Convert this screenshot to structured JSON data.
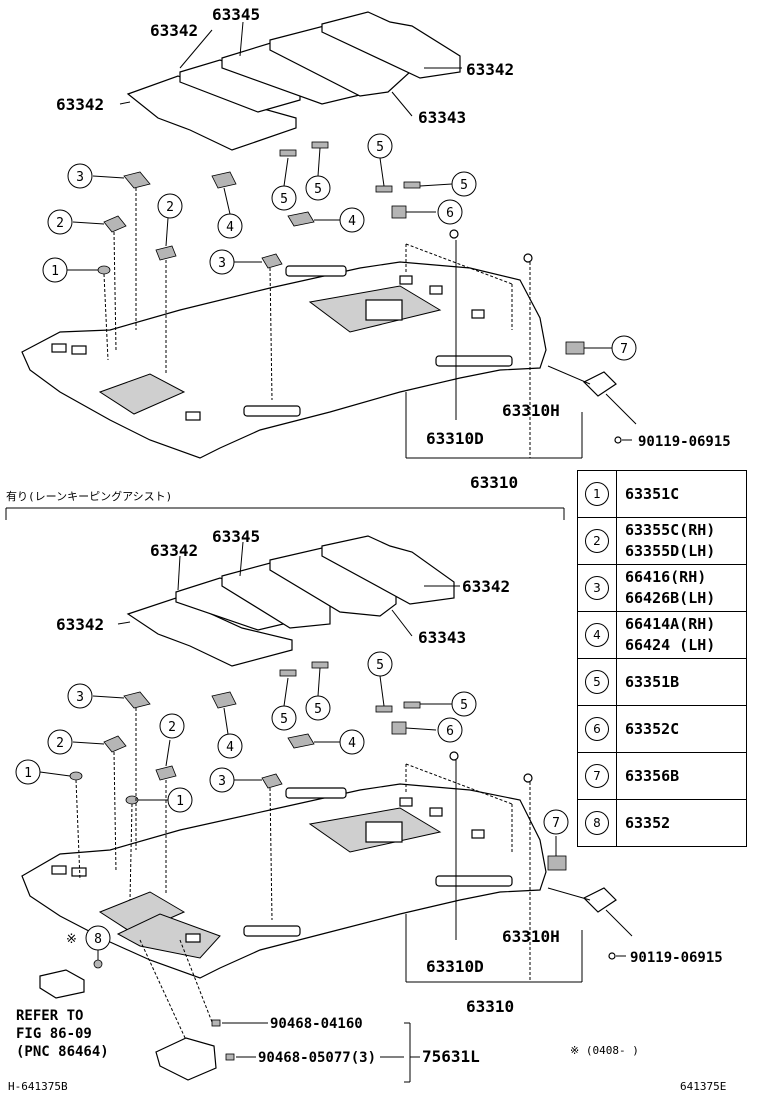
{
  "top": {
    "labels": {
      "p63345": "63345",
      "p63342_a": "63342",
      "p63342_b": "63342",
      "p63342_c": "63342",
      "p63343": "63343",
      "p63310h": "63310H",
      "p63310d": "63310D",
      "p63310": "63310",
      "p90119": "90119-06915"
    }
  },
  "section_note": "有り(レーンキーピングアシスト)",
  "bottom": {
    "labels": {
      "p63345": "63345",
      "p63342_a": "63342",
      "p63342_b": "63342",
      "p63342_c": "63342",
      "p63343": "63343",
      "p63310h": "63310H",
      "p63310d": "63310D",
      "p63310": "63310",
      "p90119": "90119-06915",
      "p90468_a": "90468-04160",
      "p90468_b": "90468-05077(3)",
      "p75631l": "75631L"
    },
    "refer_lines": [
      "REFER TO",
      "FIG 86-09",
      "(PNC 86464)"
    ],
    "asterisk": "※",
    "date_note": "※ (0408-      )"
  },
  "callout_numbers": [
    "1",
    "2",
    "3",
    "4",
    "5",
    "6",
    "7",
    "8"
  ],
  "legend": [
    {
      "key": "1",
      "parts": [
        "63351C"
      ]
    },
    {
      "key": "2",
      "parts": [
        "63355C(RH)",
        "63355D(LH)"
      ]
    },
    {
      "key": "3",
      "parts": [
        "66416(RH)",
        "66426B(LH)"
      ]
    },
    {
      "key": "4",
      "parts": [
        "66414A(RH)",
        "66424 (LH)"
      ]
    },
    {
      "key": "5",
      "parts": [
        "63351B"
      ]
    },
    {
      "key": "6",
      "parts": [
        "63352C"
      ]
    },
    {
      "key": "7",
      "parts": [
        "63356B"
      ]
    },
    {
      "key": "8",
      "parts": [
        "63352"
      ]
    }
  ],
  "footer": {
    "left_code": "H-641375B",
    "right_code": "641375E"
  }
}
